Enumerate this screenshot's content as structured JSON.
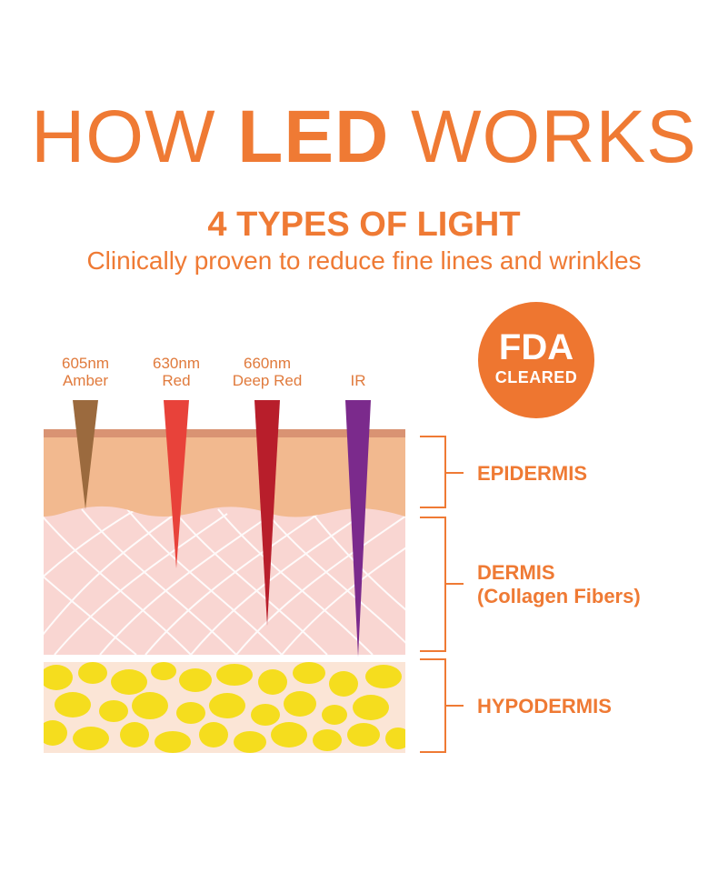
{
  "header": {
    "title_pre": "HOW",
    "title_bold": "LED",
    "title_post": "WORKS",
    "subtitle": "4 TYPES OF LIGHT",
    "tagline": "Clinically proven to reduce fine lines and wrinkles"
  },
  "badge": {
    "line1": "FDA",
    "line2": "CLEARED"
  },
  "lights": [
    {
      "wavelength": "605nm",
      "name": "Amber",
      "color": "#9b6a3e"
    },
    {
      "wavelength": "630nm",
      "name": "Red",
      "color": "#e8423a"
    },
    {
      "wavelength": "660nm",
      "name": "Deep Red",
      "color": "#b81e2b"
    },
    {
      "wavelength": "",
      "name": "IR",
      "color": "#7b2a8c"
    }
  ],
  "layers": [
    {
      "name": "EPIDERMIS",
      "sub": ""
    },
    {
      "name": "DERMIS",
      "sub": "(Collagen Fibers)"
    },
    {
      "name": "HYPODERMIS",
      "sub": ""
    }
  ],
  "colors": {
    "accent": "#ef7a34",
    "epidermis": "#f2b98f",
    "epidermis_top": "#d99373",
    "dermis": "#f9d6d2",
    "hypodermis_bg": "#fbe5d6",
    "fat_cells": "#f5dd1e",
    "bracket": "#ef7a34"
  }
}
